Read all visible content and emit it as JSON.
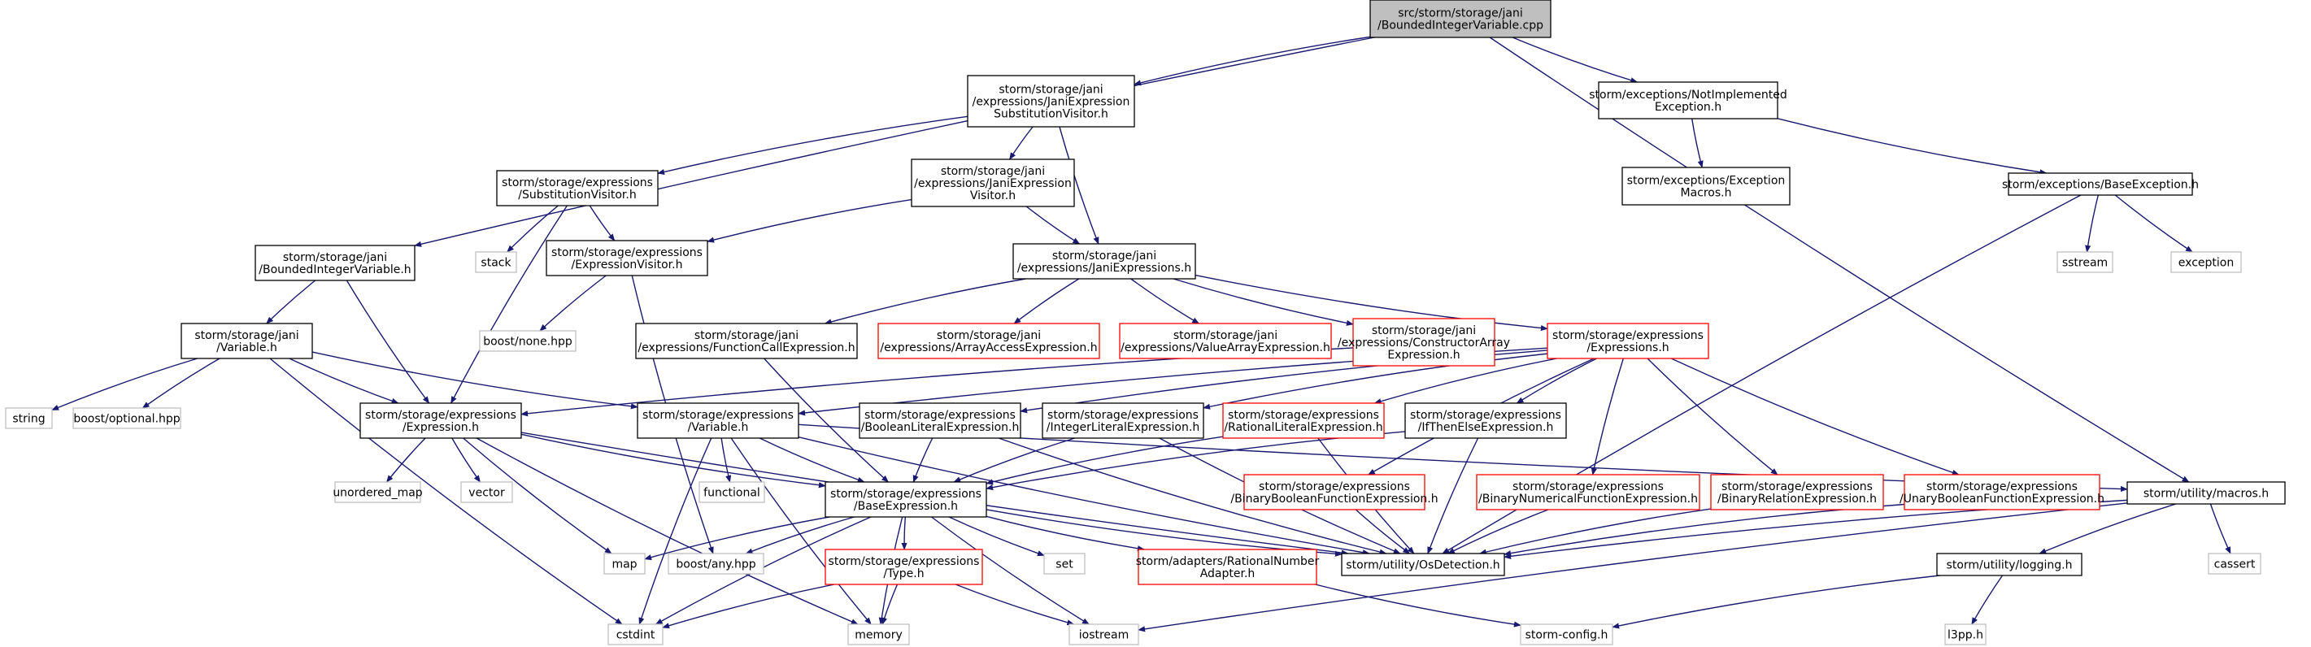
{
  "colors": {
    "edge": "#191970",
    "normal_border": "#000000",
    "incomplete_border": "#ff0000",
    "system_border": "#bfbfbf",
    "root_fill": "#bfbfbf",
    "system_text": "#4d4d4d"
  },
  "nodes": [
    {
      "id": "root",
      "lines": [
        "src/storm/storage/jani",
        "/BoundedIntegerVariable.cpp"
      ],
      "kind": "root"
    },
    {
      "id": "jesv",
      "lines": [
        "storm/storage/jani",
        "/expressions/JaniExpression",
        "SubstitutionVisitor.h"
      ],
      "kind": "normal"
    },
    {
      "id": "notimpl",
      "lines": [
        "storm/exceptions/NotImplemented",
        "Exception.h"
      ],
      "kind": "normal"
    },
    {
      "id": "subvis",
      "lines": [
        "storm/storage/expressions",
        "/SubstitutionVisitor.h"
      ],
      "kind": "normal"
    },
    {
      "id": "jev",
      "lines": [
        "storm/storage/jani",
        "/expressions/JaniExpression",
        "Visitor.h"
      ],
      "kind": "normal"
    },
    {
      "id": "excmacros",
      "lines": [
        "storm/exceptions/Exception",
        "Macros.h"
      ],
      "kind": "normal"
    },
    {
      "id": "baseexc",
      "lines": [
        "storm/exceptions/BaseException.h"
      ],
      "kind": "normal"
    },
    {
      "id": "stack",
      "lines": [
        "stack"
      ],
      "kind": "system"
    },
    {
      "id": "sstream",
      "lines": [
        "sstream"
      ],
      "kind": "system"
    },
    {
      "id": "exception",
      "lines": [
        "exception"
      ],
      "kind": "system"
    },
    {
      "id": "bivh",
      "lines": [
        "storm/storage/jani",
        "/BoundedIntegerVariable.h"
      ],
      "kind": "normal"
    },
    {
      "id": "exprvis",
      "lines": [
        "storm/storage/expressions",
        "/ExpressionVisitor.h"
      ],
      "kind": "normal"
    },
    {
      "id": "janiexprs",
      "lines": [
        "storm/storage/jani",
        "/expressions/JaniExpressions.h"
      ],
      "kind": "normal"
    },
    {
      "id": "janivar",
      "lines": [
        "storm/storage/jani",
        "/Variable.h"
      ],
      "kind": "normal"
    },
    {
      "id": "nonehpp",
      "lines": [
        "boost/none.hpp"
      ],
      "kind": "system"
    },
    {
      "id": "fcall",
      "lines": [
        "storm/storage/jani",
        "/expressions/FunctionCallExpression.h"
      ],
      "kind": "normal"
    },
    {
      "id": "arracc",
      "lines": [
        "storm/storage/jani",
        "/expressions/ArrayAccessExpression.h"
      ],
      "kind": "incomplete"
    },
    {
      "id": "valarr",
      "lines": [
        "storm/storage/jani",
        "/expressions/ValueArrayExpression.h"
      ],
      "kind": "incomplete"
    },
    {
      "id": "ctorarr",
      "lines": [
        "storm/storage/jani",
        "/expressions/ConstructorArray",
        "Expression.h"
      ],
      "kind": "incomplete"
    },
    {
      "id": "exprsh",
      "lines": [
        "storm/storage/expressions",
        "/Expressions.h"
      ],
      "kind": "incomplete"
    },
    {
      "id": "string",
      "lines": [
        "string"
      ],
      "kind": "system"
    },
    {
      "id": "optional",
      "lines": [
        "boost/optional.hpp"
      ],
      "kind": "system"
    },
    {
      "id": "exprh",
      "lines": [
        "storm/storage/expressions",
        "/Expression.h"
      ],
      "kind": "normal"
    },
    {
      "id": "varh",
      "lines": [
        "storm/storage/expressions",
        "/Variable.h"
      ],
      "kind": "normal"
    },
    {
      "id": "boollit",
      "lines": [
        "storm/storage/expressions",
        "/BooleanLiteralExpression.h"
      ],
      "kind": "normal"
    },
    {
      "id": "intlit",
      "lines": [
        "storm/storage/expressions",
        "/IntegerLiteralExpression.h"
      ],
      "kind": "normal"
    },
    {
      "id": "ratlit",
      "lines": [
        "storm/storage/expressions",
        "/RationalLiteralExpression.h"
      ],
      "kind": "incomplete"
    },
    {
      "id": "ite",
      "lines": [
        "storm/storage/expressions",
        "/IfThenElseExpression.h"
      ],
      "kind": "normal"
    },
    {
      "id": "unordered",
      "lines": [
        "unordered_map"
      ],
      "kind": "system"
    },
    {
      "id": "vector",
      "lines": [
        "vector"
      ],
      "kind": "system"
    },
    {
      "id": "functional",
      "lines": [
        "functional"
      ],
      "kind": "system"
    },
    {
      "id": "baseexpr",
      "lines": [
        "storm/storage/expressions",
        "/BaseExpression.h"
      ],
      "kind": "normal"
    },
    {
      "id": "binbool",
      "lines": [
        "storm/storage/expressions",
        "/BinaryBooleanFunctionExpression.h"
      ],
      "kind": "incomplete"
    },
    {
      "id": "binnum",
      "lines": [
        "storm/storage/expressions",
        "/BinaryNumericalFunctionExpression.h"
      ],
      "kind": "incomplete"
    },
    {
      "id": "binrel",
      "lines": [
        "storm/storage/expressions",
        "/BinaryRelationExpression.h"
      ],
      "kind": "incomplete"
    },
    {
      "id": "unbool",
      "lines": [
        "storm/storage/expressions",
        "/UnaryBooleanFunctionExpression.h"
      ],
      "kind": "incomplete"
    },
    {
      "id": "macros",
      "lines": [
        "storm/utility/macros.h"
      ],
      "kind": "normal"
    },
    {
      "id": "map",
      "lines": [
        "map"
      ],
      "kind": "system"
    },
    {
      "id": "any",
      "lines": [
        "boost/any.hpp"
      ],
      "kind": "system"
    },
    {
      "id": "typeh",
      "lines": [
        "storm/storage/expressions",
        "/Type.h"
      ],
      "kind": "incomplete"
    },
    {
      "id": "set",
      "lines": [
        "set"
      ],
      "kind": "system"
    },
    {
      "id": "ratadapt",
      "lines": [
        "storm/adapters/RationalNumber",
        "Adapter.h"
      ],
      "kind": "incomplete"
    },
    {
      "id": "osdet",
      "lines": [
        "storm/utility/OsDetection.h"
      ],
      "kind": "normal"
    },
    {
      "id": "logging",
      "lines": [
        "storm/utility/logging.h"
      ],
      "kind": "normal"
    },
    {
      "id": "cassert",
      "lines": [
        "cassert"
      ],
      "kind": "system"
    },
    {
      "id": "cstdint",
      "lines": [
        "cstdint"
      ],
      "kind": "system"
    },
    {
      "id": "memory",
      "lines": [
        "memory"
      ],
      "kind": "system"
    },
    {
      "id": "iostream",
      "lines": [
        "iostream"
      ],
      "kind": "system"
    },
    {
      "id": "stormconfig",
      "lines": [
        "storm-config.h"
      ],
      "kind": "system"
    },
    {
      "id": "l3pp",
      "lines": [
        "l3pp.h"
      ],
      "kind": "system"
    }
  ]
}
